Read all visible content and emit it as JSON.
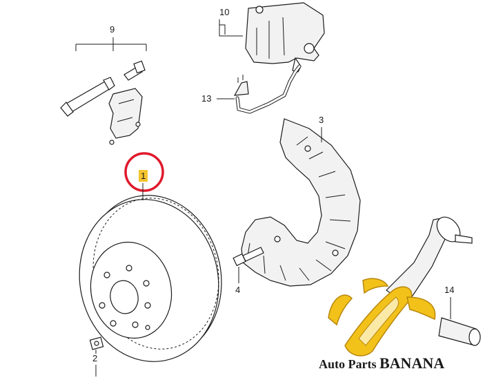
{
  "callouts": {
    "c1": "1",
    "c2": "2",
    "c3": "3",
    "c4": "4",
    "c9": "9",
    "c10": "10",
    "c13": "13",
    "c14": "14"
  },
  "colors": {
    "highlight_circle": "#e0192c",
    "highlight_tag": "#f4c430",
    "banana_yellow": "#f2c21b",
    "banana_dark": "#b8860b",
    "brand_text": "#1a1a1a"
  },
  "watermark": {
    "text_prefix": "Auto Parts ",
    "text_brand": "BANANA"
  }
}
